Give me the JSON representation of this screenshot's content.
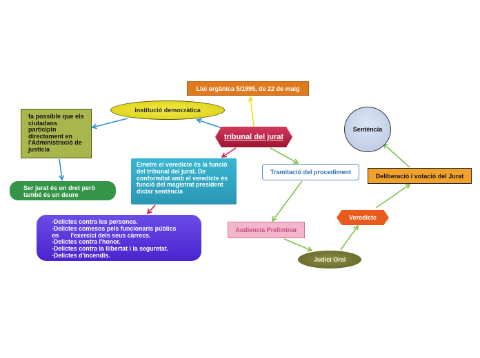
{
  "nodes": {
    "central": "tribunal del jurat",
    "llei": "Llei orgànica 5/1995, de 22 de maig",
    "institucio": "institució democràtica",
    "fa": "fa possible que els ciutadans participin directament en l'Administració de justícia",
    "ser": "Ser jurat és un dret però també és un deure",
    "emetre": "Emetre el veredicte és la funció del tribunal del jurat. De conformitat amb el veredicte és funció del magistrat president dictar sentència",
    "delictes": "-Delictes contra les persones.\n-Delictes comesos pels funcionaris públics\nen       l'exercici dels seus càrrecs.\n-Delictes contra l'honor.\n-Delictes contra la llibertat i la seguretat.\n-Delictes d'incendis.",
    "tramitacio": "Tramitació del procediment",
    "audiencia": "Audiencia Preliminar",
    "judici": "Judici Oral",
    "veredicte": "Veredicte",
    "deliberacio": "Deliberació i votació del Jurat",
    "sentencia": "Sentència"
  },
  "edge_colors": {
    "yellow": "#f0dc1e",
    "blue": "#2b8fd4",
    "crimson": "#c8184e",
    "green": "#7ec24a"
  }
}
